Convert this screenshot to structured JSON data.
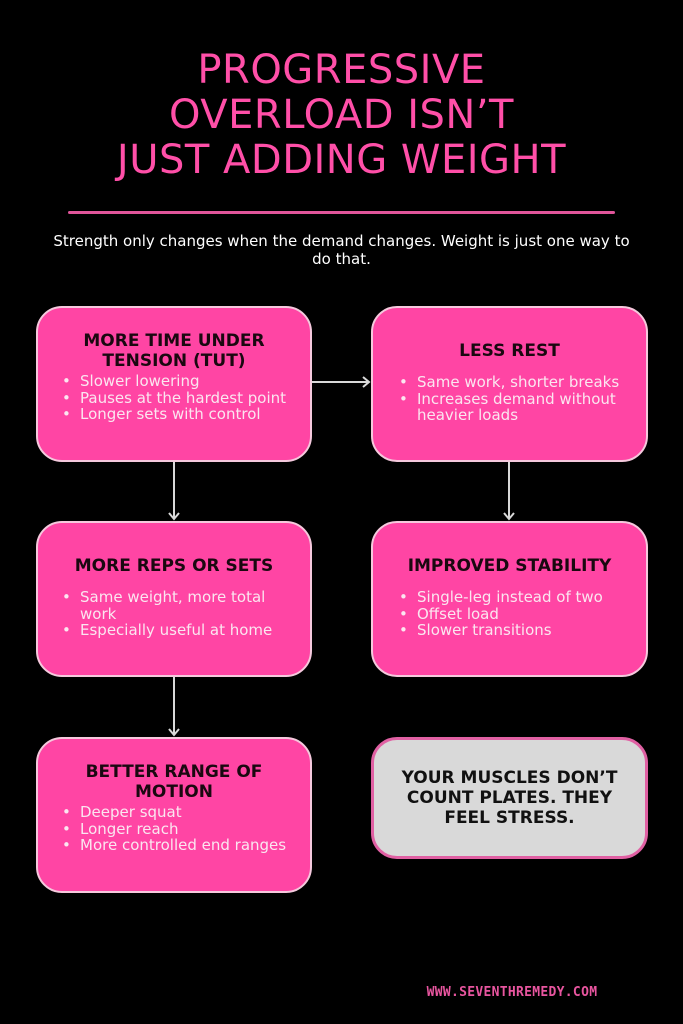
{
  "header": {
    "title_lines": [
      "PROGRESSIVE",
      "OVERLOAD ISN’T",
      "JUST ADDING WEIGHT"
    ],
    "subtitle": "Strength only changes when the demand changes. Weight is just one way to do that."
  },
  "colors": {
    "background": "#000000",
    "accent_pink": "#ff4fa8",
    "box_fill": "#ff45a4",
    "box_border": "#f5c9dd",
    "callout_fill": "#d9d9d9",
    "callout_border": "#e060a3",
    "connector": "#d9d9d9"
  },
  "boxes": [
    {
      "title": "MORE TIME UNDER TENSION (TUT)",
      "items": [
        "Slower lowering",
        "Pauses at the hardest point",
        "Longer sets with control"
      ]
    },
    {
      "title": "LESS REST",
      "items": [
        "Same work, shorter breaks",
        "Increases demand without heavier loads"
      ]
    },
    {
      "title": "MORE REPS OR SETS",
      "items": [
        "Same weight, more total work",
        "Especially useful at home"
      ]
    },
    {
      "title": "IMPROVED STABILITY",
      "items": [
        "Single-leg instead of two",
        "Offset load",
        "Slower transitions"
      ]
    },
    {
      "title": "BETTER RANGE OF MOTION",
      "items": [
        "Deeper squat",
        "Longer reach",
        "More controlled end ranges"
      ]
    }
  ],
  "callout": {
    "text": "YOUR MUSCLES DON’T COUNT PLATES. THEY FEEL STRESS."
  },
  "footer": {
    "url": "WWW.SEVENTHREMEDY.COM"
  }
}
